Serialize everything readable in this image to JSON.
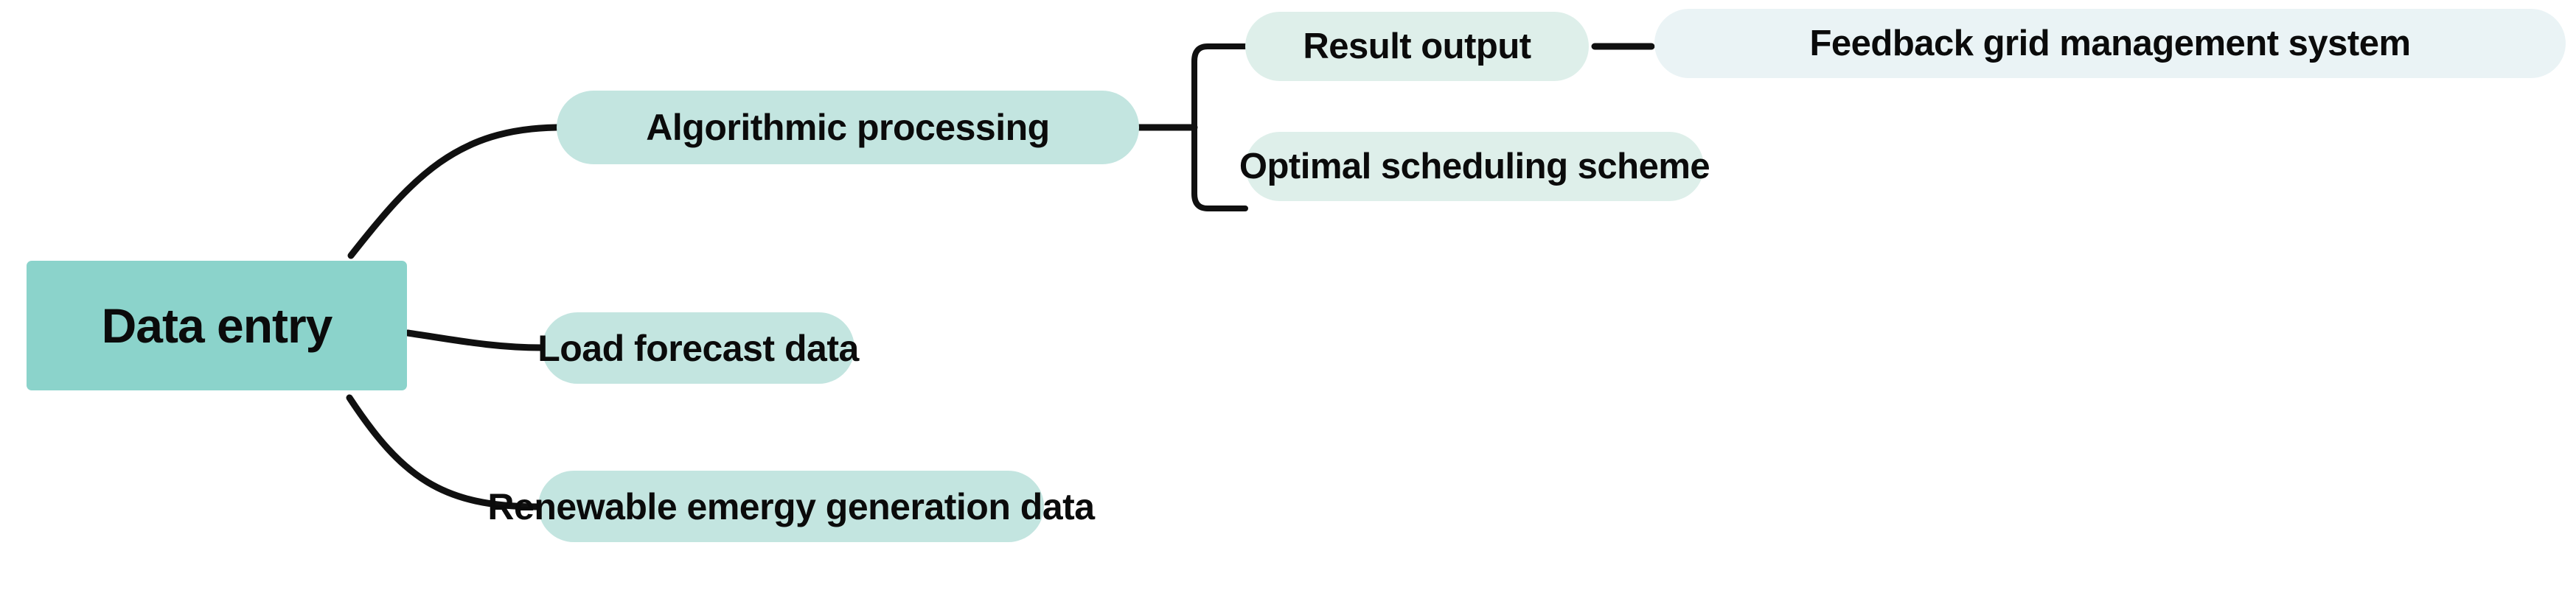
{
  "diagram": {
    "type": "mind-map",
    "orientation": "left-to-right",
    "background_color": "#FFFFFF",
    "edge_color": "#101010",
    "text_color": "#0B0B0B",
    "root": {
      "id": "data-entry",
      "label": "Data entry",
      "shape": "rectangle",
      "fill": "#8BD3CB",
      "level": 0
    },
    "levels": [
      {
        "level": 1,
        "shape": "pill",
        "fill": "#C3E5E0"
      },
      {
        "level": 2,
        "shape": "pill",
        "fill": "#DEEFEA"
      },
      {
        "level": 3,
        "shape": "pill",
        "fill": "#EAF3F5"
      }
    ],
    "nodes": {
      "algorithmic_processing": "Algorithmic processing",
      "result_output": "Result output",
      "feedback_grid_management_system": "Feedback grid management system",
      "optimal_scheduling_scheme": "Optimal scheduling scheme",
      "load_forecast_data": "Load forecast data",
      "renewable_generation_data": "Renewable emergy generation data"
    },
    "branches": [
      {
        "label": "Algorithmic processing",
        "connector": "curve",
        "children": [
          {
            "label": "Result output",
            "connector": "bracket",
            "children": [
              {
                "label": "Feedback grid management system",
                "connector": "straight-line",
                "children": []
              }
            ]
          },
          {
            "label": "Optimal scheduling scheme",
            "connector": "bracket",
            "children": []
          }
        ]
      },
      {
        "label": "Load forecast data",
        "connector": "curve",
        "children": []
      },
      {
        "label": "Renewable emergy generation data",
        "connector": "curve",
        "children": []
      }
    ]
  }
}
